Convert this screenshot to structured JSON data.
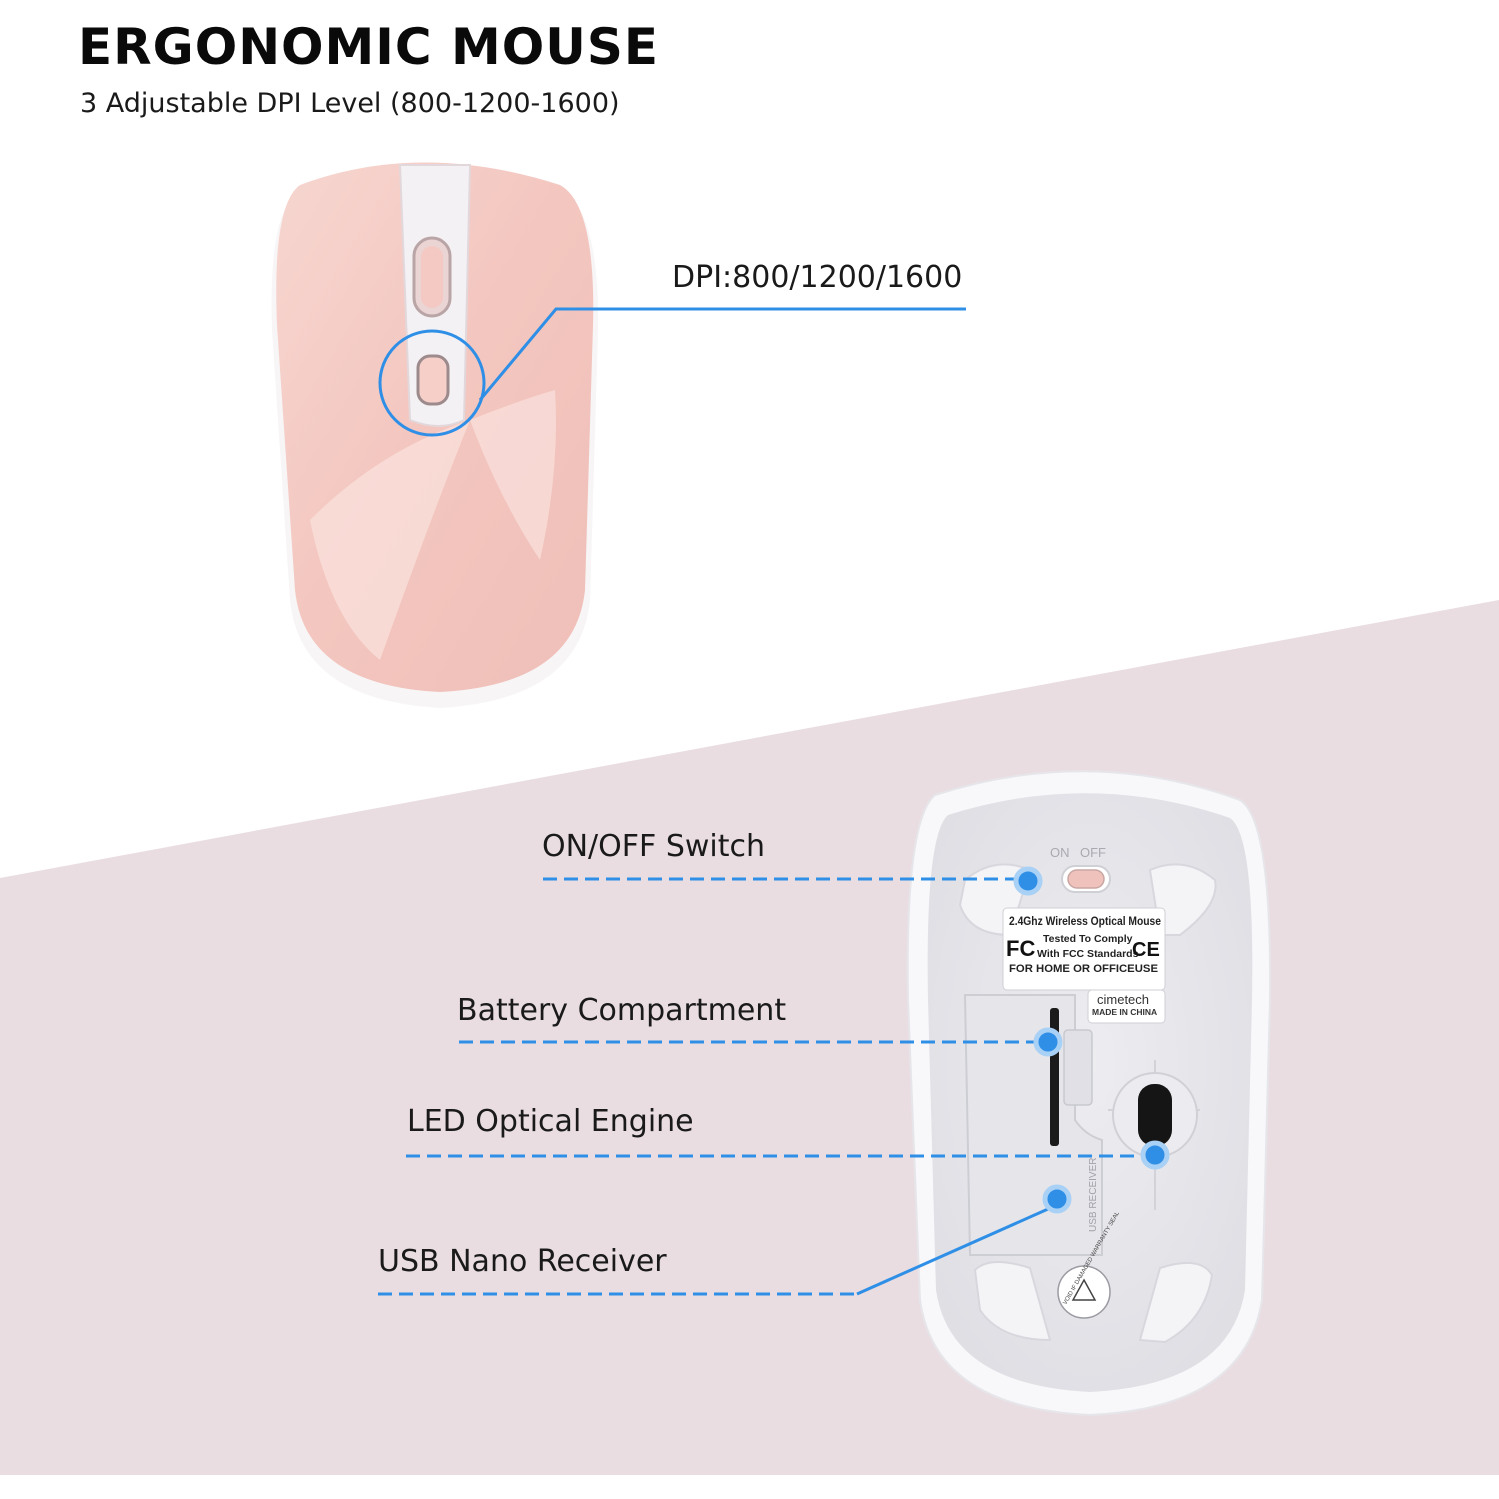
{
  "heading": {
    "title": "ERGONOMIC MOUSE",
    "subtitle": "3 Adjustable DPI Level (800-1200-1600)"
  },
  "callouts": {
    "dpi": "DPI:800/1200/1600",
    "on_off": "ON/OFF Switch",
    "battery": "Battery Compartment",
    "led": "LED Optical Engine",
    "usb": "USB Nano Receiver"
  },
  "mouse_bottom": {
    "switch_on": "ON",
    "switch_off": "OFF",
    "label_line1": "2.4Ghz Wireless Optical Mouse",
    "label_line2": "Tested To Comply",
    "label_line3": "With FCC Standards",
    "label_line4": "FOR HOME OR OFFICEUSE",
    "fcc_mark": "FC",
    "ce_mark": "CE",
    "brand": "cimetech",
    "made_in": "MADE IN CHINA",
    "usb_slot_text": "USB RECEIVER",
    "seal_text": "VOID IF DAMAGED WARRANTY SEAL"
  },
  "colors": {
    "accent_blue": "#2f8fe6",
    "pink_body": "#f3c9c3",
    "background_band": "#e9dde1"
  }
}
